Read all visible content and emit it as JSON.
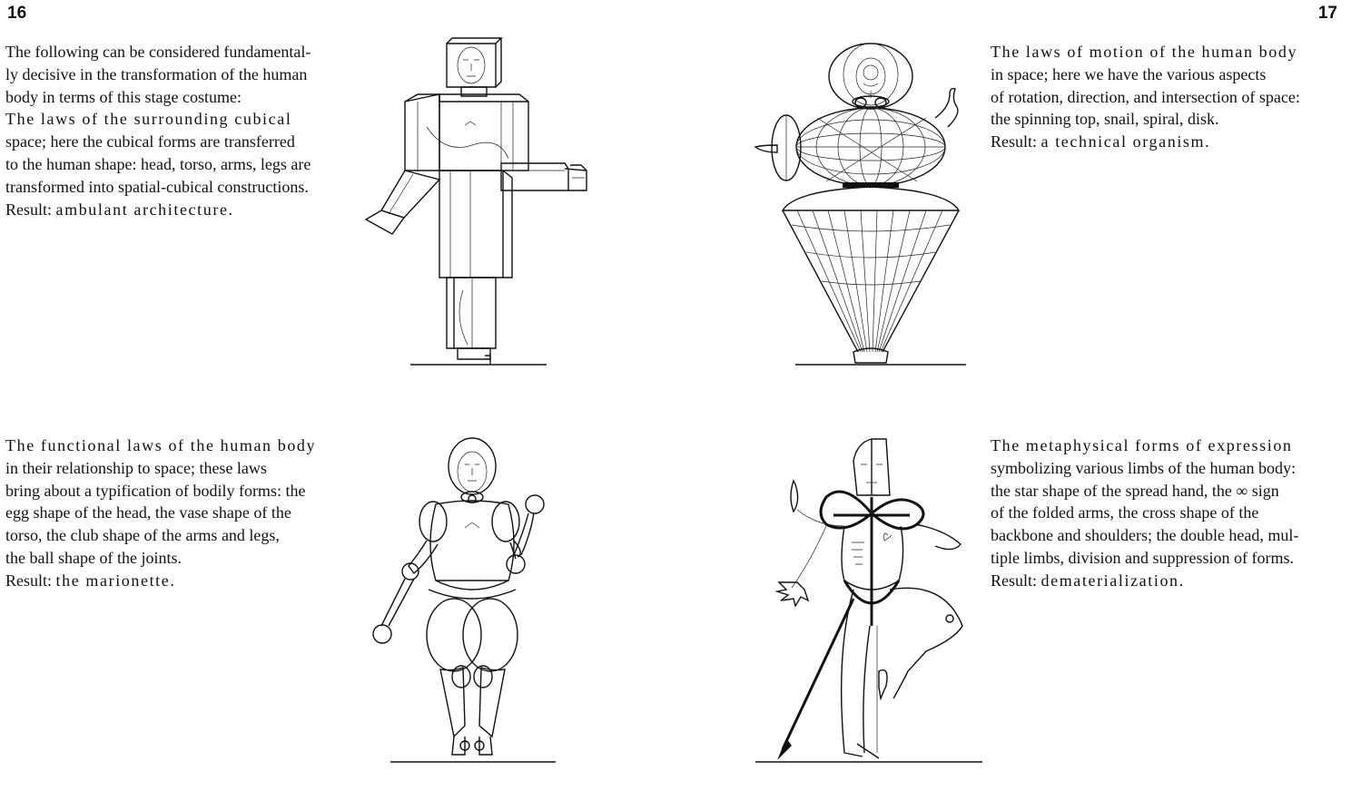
{
  "page_numbers": {
    "left": "16",
    "right": "17"
  },
  "blocks": {
    "b1": {
      "lines": [
        "The following can be considered fundamental-",
        "ly decisive in the transformation of the human",
        "body in terms of this stage costume:",
        "The laws of the surrounding cubical",
        "space; here the cubical forms are transferred",
        "to the human shape: head, torso, arms, legs are",
        "transformed into spatial-cubical constructions."
      ],
      "result_label": "Result:",
      "result": "ambulant architecture."
    },
    "b2": {
      "lines": [
        "The laws of motion of the human body",
        "in space; here we have the various aspects",
        "of rotation, direction, and intersection of space:",
        "the spinning top, snail, spiral, disk."
      ],
      "result_label": "Result:",
      "result": "a technical organism."
    },
    "b3": {
      "lines": [
        "The functional laws of the human body",
        "in their relationship to space; these laws",
        "bring about a typification of bodily forms: the",
        "egg shape of the head, the vase shape of the",
        "torso, the club shape of the arms and legs,",
        "the ball shape of the joints."
      ],
      "result_label": "Result:",
      "result": "the marionette."
    },
    "b4": {
      "lines": [
        "The metaphysical forms of expression",
        "symbolizing various limbs of the human body:",
        "the star shape of the spread hand, the ∞ sign",
        "of the folded arms, the cross shape of the",
        "backbone and shoulders; the double head, mul-",
        "tiple limbs, division and suppression of forms."
      ],
      "result_label": "Result:",
      "result": "dematerialization."
    }
  }
}
